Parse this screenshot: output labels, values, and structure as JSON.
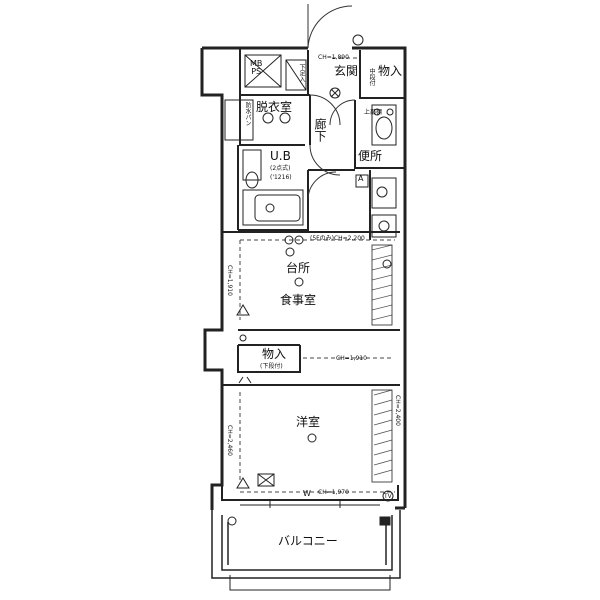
{
  "rooms": {
    "genkan": "玄関",
    "mono_top": "物入",
    "mono_top_sub": "中段付",
    "mbps": "MB\nPS",
    "getabako": "下足入",
    "datsuishitsu": "脱衣室",
    "bousui_pan": "防水パン",
    "rouka": "廊下",
    "benjo": "便所",
    "benjo_sub": "上部棚",
    "ub": "U.B",
    "ub_sub": "(2点式)",
    "ub_size": "('1216)",
    "daidokoro": "台所",
    "shokujishitsu": "食事室",
    "mono_mid": "物入",
    "mono_mid_sub": "(下段付)",
    "youshitsu": "洋室",
    "balcony": "バルコニー"
  },
  "annotations": {
    "ch_genkan": "CH=1,890",
    "ch_kitchen": "(5Fのみ)CH=2,200",
    "ch_kitchen_left": "CH=1,910",
    "ch_mono": "CH=1,910",
    "ch_youshitsu_left": "CH=2,460",
    "ch_youshitsu_bottom": "CH=1,970",
    "ch_right": "CH=2,400",
    "window_mark": "W",
    "marker_a": "A",
    "marker_tv": "TV"
  }
}
